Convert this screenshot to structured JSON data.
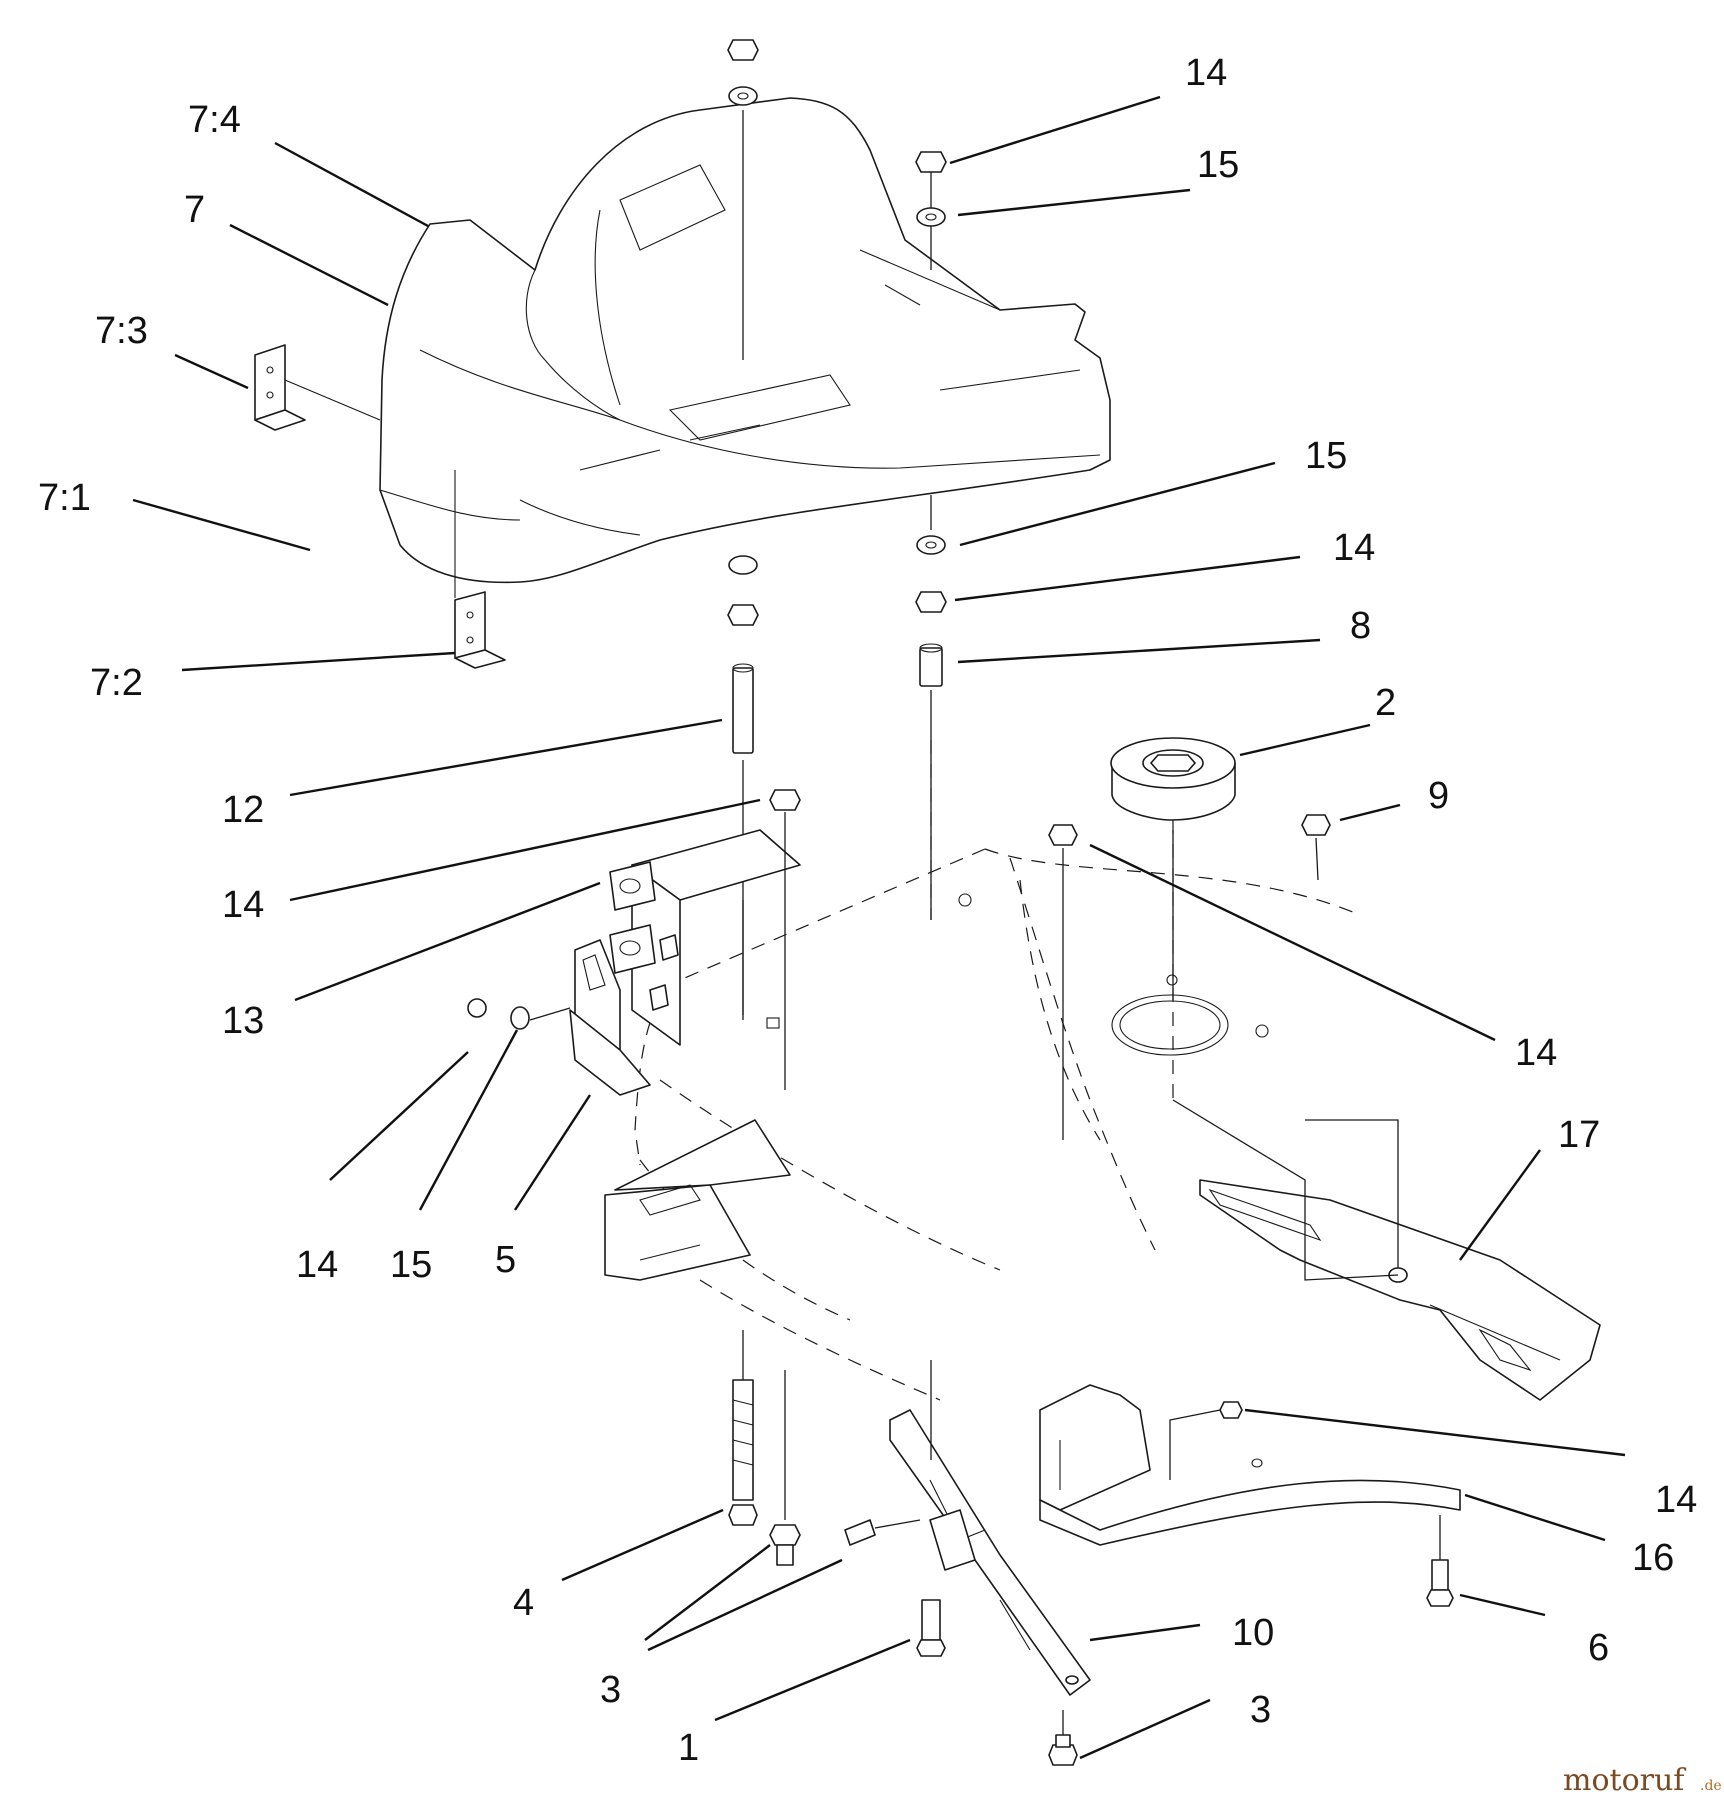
{
  "labels": {
    "c7_4": "7:4",
    "c7": "7",
    "c7_3": "7:3",
    "c7_1": "7:1",
    "c7_2": "7:2",
    "c14_a": "14",
    "c15_a": "15",
    "c15_b": "15",
    "c14_b": "14",
    "c8": "8",
    "c2": "2",
    "c9": "9",
    "c12": "12",
    "c14_c": "14",
    "c13": "13",
    "c14_d": "14",
    "c14_e": "14",
    "c15_c": "15",
    "c5": "5",
    "c17": "17",
    "c14_f": "14",
    "c16": "16",
    "c4": "4",
    "c3_a": "3",
    "c10": "10",
    "c6": "6",
    "c1": "1",
    "c3_b": "3"
  },
  "watermark": {
    "main": "motoruf",
    "suffix": ".de"
  }
}
